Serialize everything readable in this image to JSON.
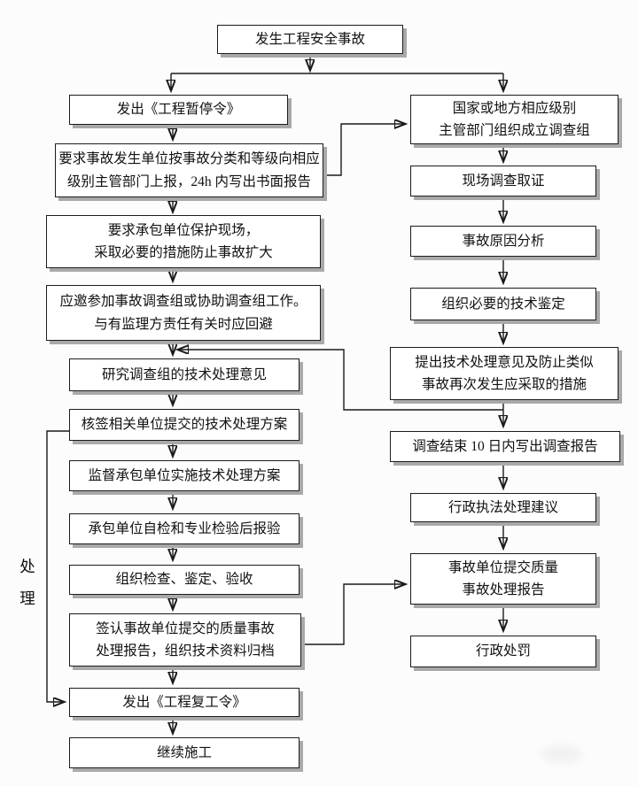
{
  "diagram": {
    "side_label": "处理",
    "nodes": {
      "start": "发生工程安全事故",
      "l1": "发出《工程暂停令》",
      "l2": [
        "要求事故发生单位按事故分类和等级向相应",
        "级别主管部门上报，24h 内写出书面报告"
      ],
      "l3": [
        "要求承包单位保护现场，",
        "采取必要的措施防止事故扩大"
      ],
      "l4": [
        "应邀参加事故调查组或协助调查组工作。",
        "与有监理方责任有关时应回避"
      ],
      "l5": "研究调查组的技术处理意见",
      "l6": "核签相关单位提交的技术处理方案",
      "l7": "监督承包单位实施技术处理方案",
      "l8": "承包单位自检和专业检验后报验",
      "l9": "组织检查、鉴定、验收",
      "l10": [
        "签认事故单位提交的质量事故",
        "处理报告，组织技术资料归档"
      ],
      "l11": "发出《工程复工令》",
      "l12": "继续施工",
      "r1": [
        "国家或地方相应级别",
        "主管部门组织成立调查组"
      ],
      "r2": "现场调查取证",
      "r3": "事故原因分析",
      "r4": "组织必要的技术鉴定",
      "r5": [
        "提出技术处理意见及防止类似",
        "事故再次发生应采取的措施"
      ],
      "r6": "调查结束 10 日内写出调查报告",
      "r7": "行政执法处理建议",
      "r8": [
        "事故单位提交质量",
        "事故处理报告"
      ],
      "r9": "行政处罚"
    }
  }
}
